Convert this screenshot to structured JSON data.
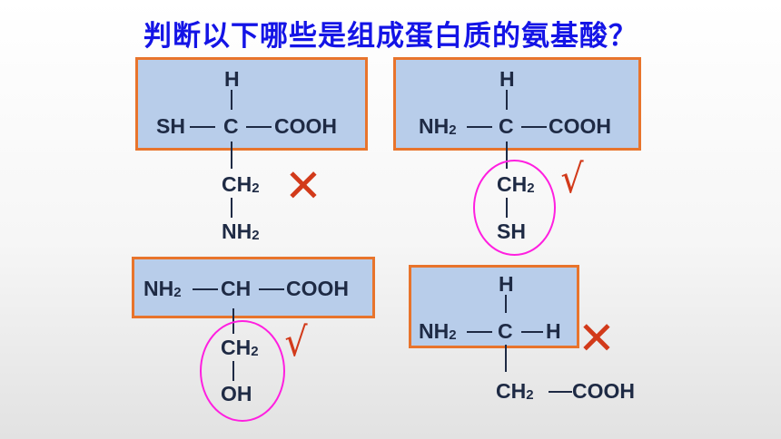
{
  "title": "判断以下哪些是组成蛋白质的氨基酸？",
  "labels": {
    "H": "H",
    "C": "C",
    "CH": "CH",
    "COOH": "COOH",
    "SH": "SH",
    "OH": "OH",
    "NH": "NH",
    "CH_base": "CH",
    "sub2": "2"
  },
  "marks": {
    "wrong": "✕",
    "right": "√"
  },
  "structures": [
    {
      "id": "s1",
      "verdict": "wrong",
      "r_group": "CH2-NH2"
    },
    {
      "id": "s2",
      "verdict": "right",
      "r_group": "CH2-SH"
    },
    {
      "id": "s3",
      "verdict": "right",
      "r_group": "CH2-OH"
    },
    {
      "id": "s4",
      "verdict": "wrong",
      "r_group": "CH2-COOH"
    }
  ],
  "colors": {
    "title": "#1414e6",
    "box_fill": "#b8cdea",
    "box_border": "#e8742c",
    "mark": "#d23a1a",
    "ring": "#ff1fe0"
  }
}
